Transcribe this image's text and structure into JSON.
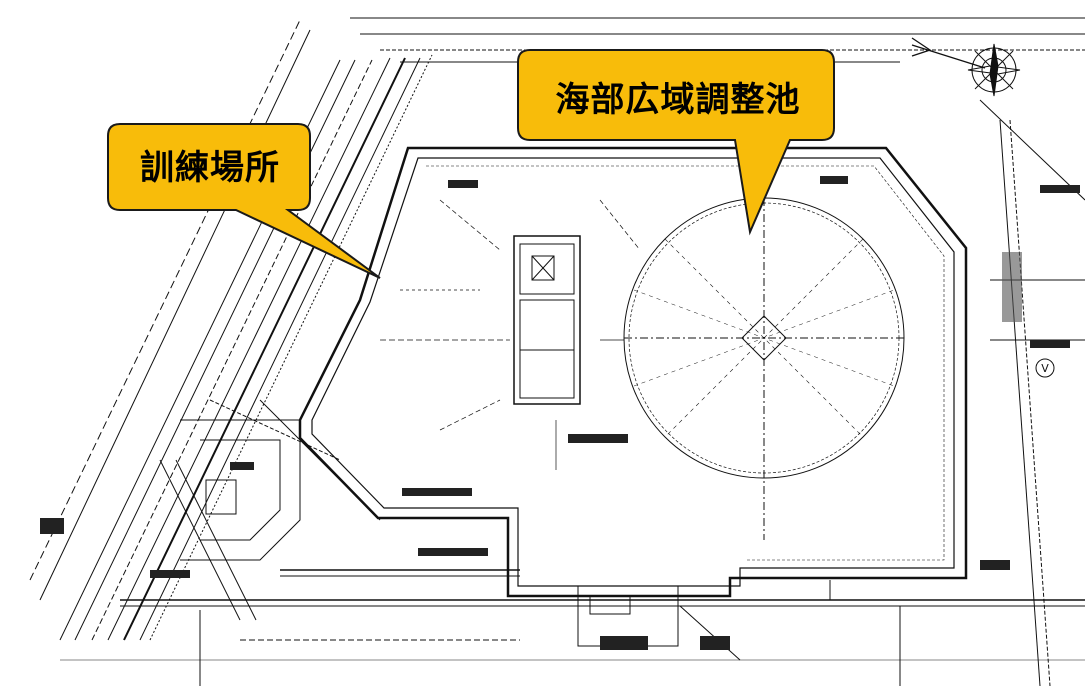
{
  "callouts": {
    "reservoir": {
      "text": "海部広域調整池"
    },
    "training": {
      "text": "訓練場所"
    }
  },
  "colors": {
    "callout_fill": "#f8bc0a",
    "callout_stroke": "#1a1a1a",
    "line": "#111111",
    "background": "#ffffff"
  },
  "icons": {
    "compass": "compass-rose-icon",
    "north_arrow": "north-arrow-icon"
  },
  "symbols": {
    "circle_v": "V"
  }
}
